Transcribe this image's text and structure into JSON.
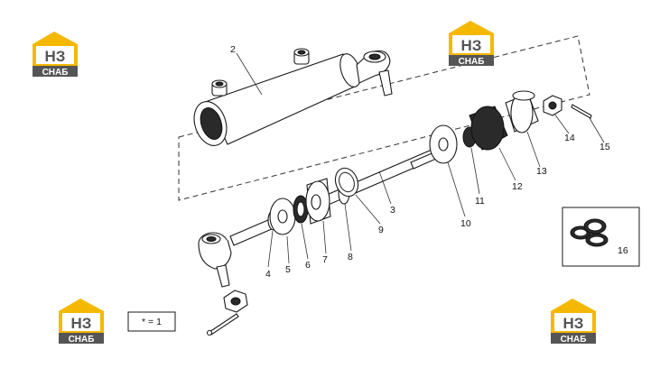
{
  "diagram": {
    "callouts": [
      "2",
      "3",
      "4",
      "5",
      "6",
      "7",
      "8",
      "9",
      "10",
      "11",
      "12",
      "13",
      "14",
      "15",
      "16"
    ],
    "note": "* = 1",
    "brand": {
      "mark": "НЗ",
      "word": "СНАБ",
      "color_gold": "#f5b800",
      "color_dark": "#555555",
      "color_text": "#ffffff"
    }
  }
}
